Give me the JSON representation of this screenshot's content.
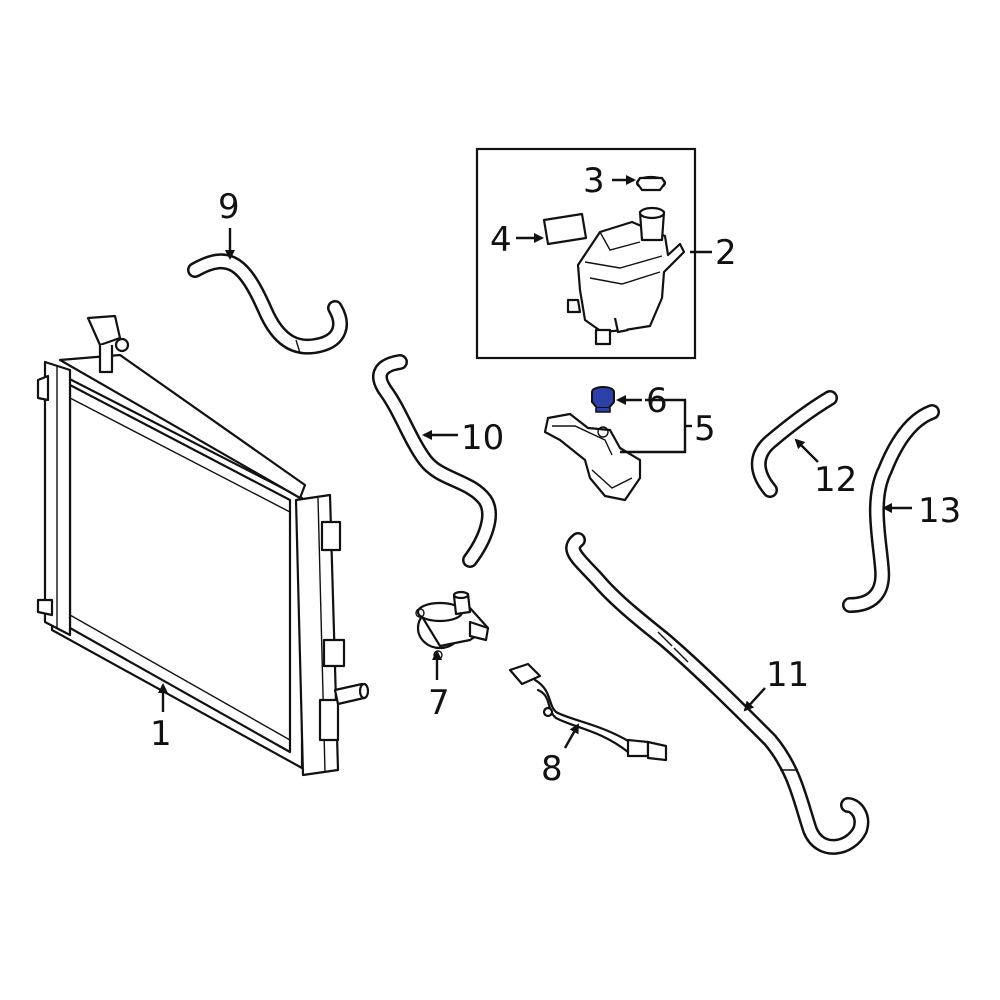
{
  "diagram": {
    "callouts": [
      {
        "id": "1",
        "label": "1"
      },
      {
        "id": "2",
        "label": "2"
      },
      {
        "id": "3",
        "label": "3"
      },
      {
        "id": "4",
        "label": "4"
      },
      {
        "id": "5",
        "label": "5"
      },
      {
        "id": "6",
        "label": "6"
      },
      {
        "id": "7",
        "label": "7"
      },
      {
        "id": "8",
        "label": "8"
      },
      {
        "id": "9",
        "label": "9"
      },
      {
        "id": "10",
        "label": "10"
      },
      {
        "id": "11",
        "label": "11"
      },
      {
        "id": "12",
        "label": "12"
      },
      {
        "id": "13",
        "label": "13"
      }
    ],
    "colors": {
      "line": "#111111",
      "highlight": "#2d3fa8",
      "background": "#ffffff"
    }
  }
}
